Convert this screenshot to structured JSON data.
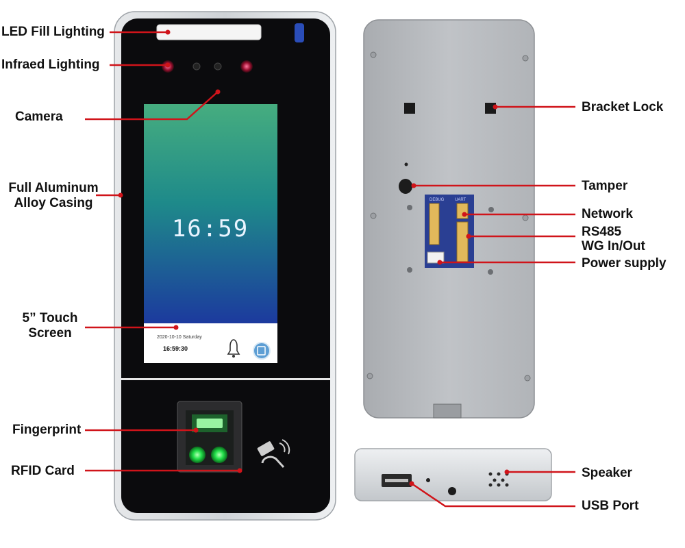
{
  "device_front": {
    "screen_time": "16:59",
    "status_date": "2020-10-10 Saturday",
    "status_time": "16:59:30",
    "bell_icon": "bell-icon",
    "card_icon": "card-reader-icon"
  },
  "labels": {
    "led_fill": "LED Fill Lighting",
    "infrared": "Infraed Lighting",
    "camera": "Camera",
    "casing_line1": "Full Aluminum",
    "casing_line2": "Alloy Casing",
    "touch_line1": "5” Touch",
    "touch_line2": "Screen",
    "fingerprint": "Fingerprint",
    "rfid": "RFID Card",
    "bracket_lock": "Bracket Lock",
    "tamper": "Tamper",
    "network": "Network",
    "rs485": "RS485",
    "wg": "WG In/Out",
    "power": "Power supply",
    "speaker": "Speaker",
    "usb": "USB Port"
  },
  "pcb_labels": {
    "debug": "DEBUG",
    "uart": "UART"
  },
  "colors": {
    "pointer": "#d0141a",
    "label_text": "#111111",
    "casing": "#c9cdd2",
    "panel_back": "#b9bcc0",
    "pcb": "#2a3f93",
    "screen_top": "#3fa87f",
    "screen_bottom": "#1d3aa2",
    "led_finger": "#22e04a"
  }
}
